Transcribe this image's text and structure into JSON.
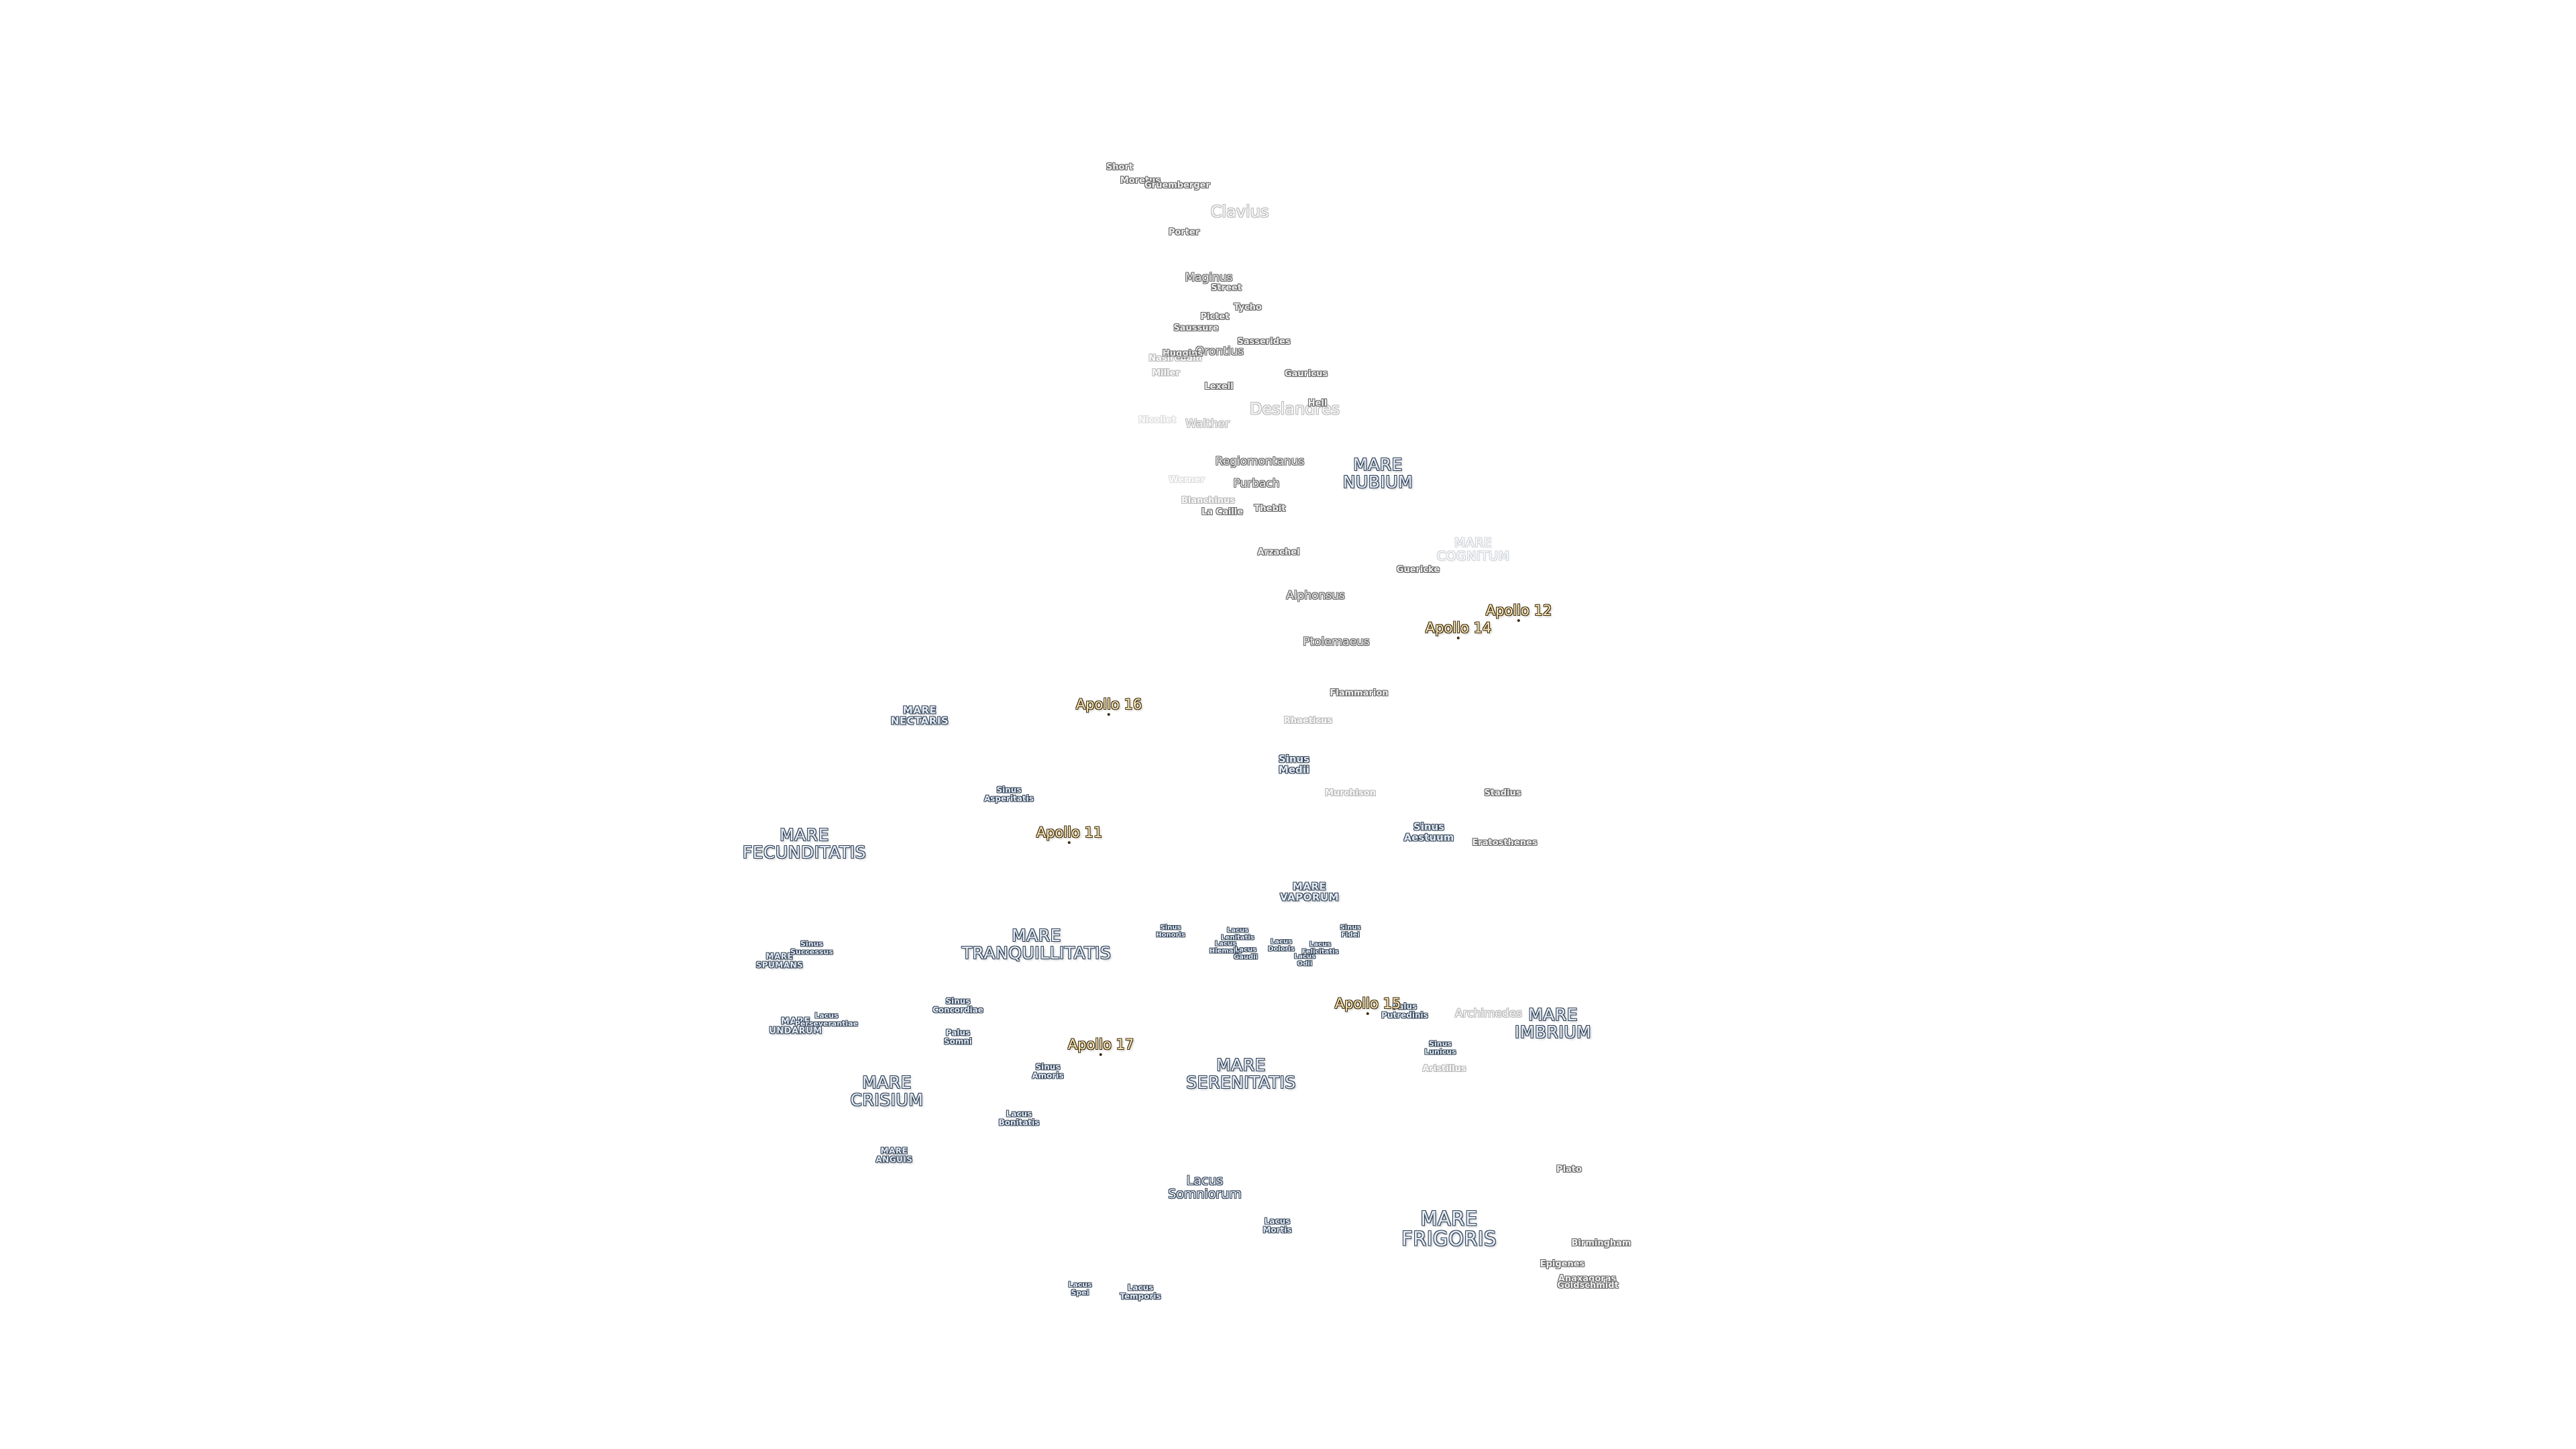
{
  "map": {
    "maria": {
      "nubium": "MARE\nNUBIUM",
      "cognitum": "MARE\nCOGNITUM",
      "nectaris": "MARE\nNECTARIS",
      "fecunditatis": "MARE\nFECUNDITATIS",
      "vaporum": "MARE\nVAPORUM",
      "tranquillitatis": "MARE\nTRANQUILLITATIS",
      "spumans": "MARE\nSPUMANS",
      "undarum": "MARE\nUNDARUM",
      "imbrium": "MARE\nIMBRIUM",
      "serenitatis": "MARE\nSERENITATIS",
      "crisium": "MARE\nCRISIUM",
      "anguis": "MARE\nANGUIS",
      "frigoris": "MARE\nFRIGORIS"
    },
    "features": {
      "sinus_medii": "Sinus\nMedii",
      "sinus_asperitatis": "Sinus\nAsperitatis",
      "sinus_aestuum": "Sinus\nAestuum",
      "sinus_honoris": "Sinus\nHonoris",
      "lacus_lenitatis": "Lacus\nLenitatis",
      "lacus_hiemalis": "Lacus\nHiemalis",
      "lacus_doloris": "Lacus\nDoloris",
      "lacus_gaudii": "Lacus\nGaudii",
      "lacus_odii": "Lacus\nOdii",
      "lacus_felicitatis": "Lacus\nFelicitatis",
      "sinus_fidei": "Sinus\nFidei",
      "sinus_successus": "Sinus\nSuccessus",
      "lacus_perseverantiae": "Lacus\nPerseverantiae",
      "sinus_concordiae": "Sinus\nConcordiae",
      "palus_somni": "Palus\nSomni",
      "sinus_amoris": "Sinus\nAmoris",
      "lacus_bonitatis": "Lacus\nBonitatis",
      "palus_putredinis": "Palus\nPutredinis",
      "sinus_lunicus": "Sinus\nLunicus",
      "lacus_somniorum": "Lacus\nSomniorum",
      "lacus_mortis": "Lacus\nMortis",
      "lacus_spei": "Lacus\nSpei",
      "lacus_temporis": "Lacus\nTemporis"
    },
    "craters": {
      "short": "Short",
      "moretus": "Moretus",
      "gruemberger": "Gruemberger",
      "clavius": "Clavius",
      "porter": "Porter",
      "maginus": "Maginus",
      "street": "Street",
      "tycho": "Tycho",
      "pictet": "Pictet",
      "saussure": "Saussure",
      "sasserides": "Sasserides",
      "orontius": "Orontius",
      "huggins": "Huggins",
      "nasireddin": "Nasireddin",
      "miller": "Miller",
      "lexell": "Lexell",
      "gauricus": "Gauricus",
      "deslandres": "Deslandres",
      "hell": "Hell",
      "nicollet": "Nicollet",
      "walther": "Walther",
      "regiomontanus": "Regiomontanus",
      "purbach": "Purbach",
      "werner": "Werner",
      "blanchinus": "Blanchinus",
      "la_caille": "La Caille",
      "thebit": "Thebit",
      "arzachel": "Arzachel",
      "guericke": "Guericke",
      "alphonsus": "Alphonsus",
      "ptolemaeus": "Ptolemaeus",
      "flammarion": "Flammarion",
      "rhaeticus": "Rhaeticus",
      "murchison": "Murchison",
      "stadius": "Stadius",
      "eratosthenes": "Eratosthenes",
      "archimedes": "Archimedes",
      "aristillus": "Aristillus",
      "plato": "Plato",
      "birmingham": "Birmingham",
      "epigenes": "Epigenes",
      "anaxagoras": "Anaxagoras",
      "goldschmidt": "Goldschmidt"
    },
    "apollo": {
      "a12": "Apollo 12",
      "a14": "Apollo 14",
      "a16": "Apollo 16",
      "a11": "Apollo 11",
      "a15": "Apollo 15",
      "a17": "Apollo 17"
    },
    "colors": {
      "mare_fill": "#e4ecf6",
      "mare_outline": "#2f3f52",
      "crater_fill": "#f0f0f0",
      "crater_outline": "#666666",
      "apollo_fill": "#fde9b8",
      "apollo_outline": "#3a2c10",
      "background": "#ffffff"
    }
  }
}
